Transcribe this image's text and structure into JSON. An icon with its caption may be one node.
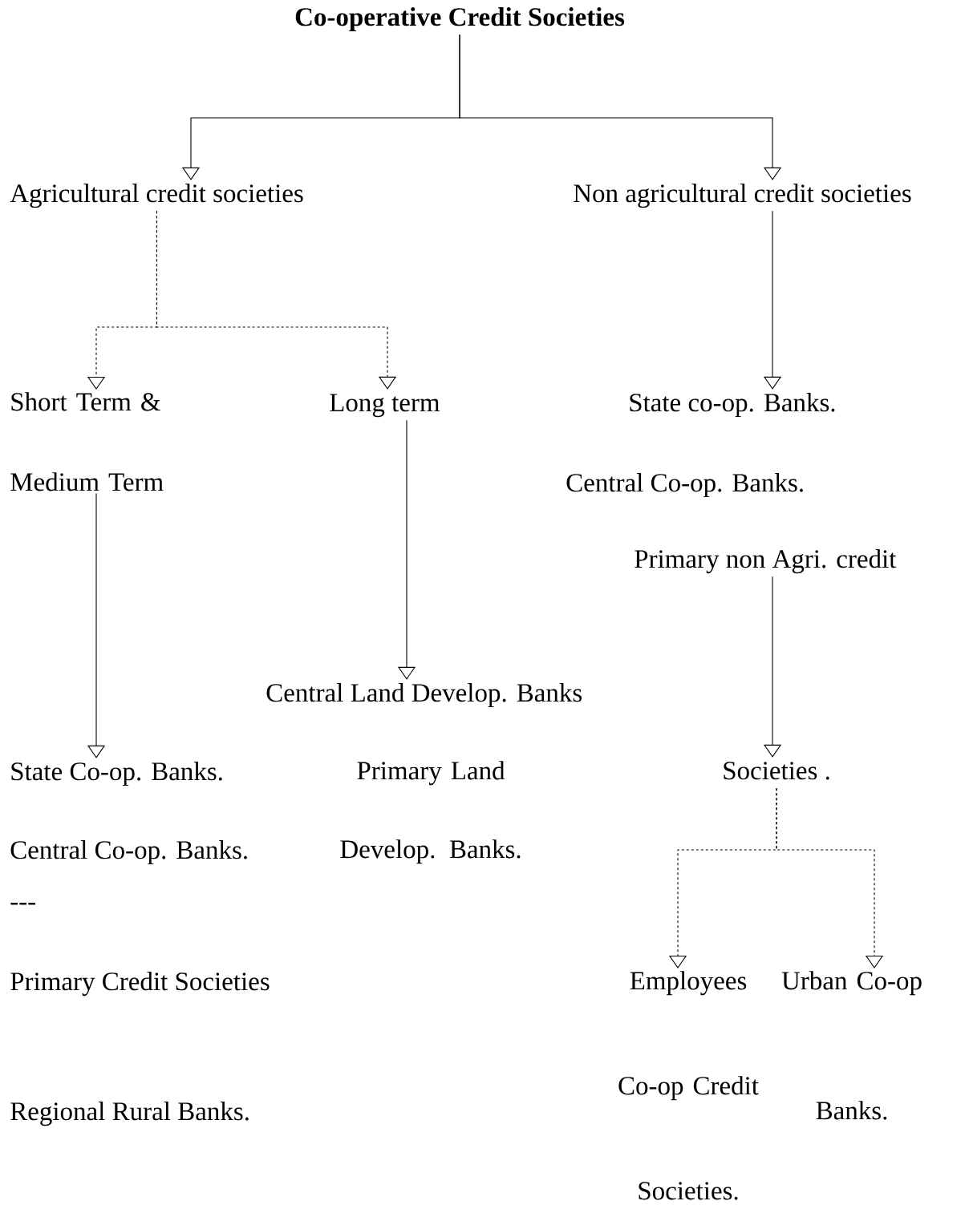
{
  "diagram": {
    "nodes": [
      {
        "text": [
          "Co-operative Credit Societies"
        ]
      },
      {
        "text": [
          "Agricultural credit societies"
        ]
      },
      {
        "text": [
          "Non agricultural credit societies"
        ]
      },
      {
        "text": [
          "Short Term & Medium Term"
        ]
      },
      {
        "text": [
          "Long term"
        ]
      },
      {
        "text": [
          "State co-op. Banks."
        ]
      },
      {
        "text": [
          "Primary non Agri. credit"
        ]
      },
      {
        "text": [
          "Central Land Develop. Banks"
        ]
      },
      {
        "text": [
          "State Co-op. Banks."
        ]
      },
      {
        "text": [
          "Societies ."
        ]
      },
      {
        "text": [
          "Employees Co-op Credit Societies."
        ]
      },
      {
        "text": [
          "Urban Co-op Banks."
        ]
      }
    ],
    "edges": [
      {
        "from": 0,
        "to": 1,
        "arrow": "to"
      },
      {
        "from": 0,
        "to": 2,
        "arrow": "to"
      },
      {
        "from": 1,
        "to": 3,
        "arrow": "to",
        "style": "dashed"
      },
      {
        "from": 1,
        "to": 4,
        "arrow": "to",
        "style": "dashed"
      },
      {
        "from": 2,
        "to": 5,
        "arrow": "to"
      },
      {
        "from": 3,
        "to": 8,
        "arrow": "to"
      },
      {
        "from": 4,
        "to": 7,
        "arrow": "to"
      },
      {
        "from": 6,
        "to": 9,
        "arrow": "to"
      },
      {
        "from": 9,
        "to": 10,
        "arrow": "to",
        "style": "dashed"
      },
      {
        "from": 9,
        "to": 11,
        "arrow": "to",
        "style": "dashed"
      }
    ],
    "labels": [
      "Central Co-op. Banks.",
      "Primary Land Develop. Banks.",
      "Central Co-op. Banks.",
      "---",
      "Primary Credit Societies",
      "Regional Rural Banks."
    ]
  }
}
